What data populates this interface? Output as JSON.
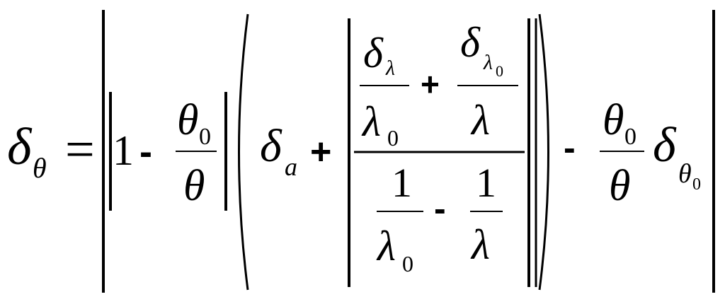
{
  "equation": {
    "lhs": {
      "delta": "δ",
      "sub": "θ"
    },
    "equals": "=",
    "term1": {
      "one": "1",
      "minus": "-",
      "frac": {
        "num_theta": "θ",
        "num_sub": "0",
        "den": "θ"
      }
    },
    "term2": {
      "delta_a": "δ",
      "a_sub": "a",
      "plus": "+",
      "numerator": {
        "f1_num_delta": "δ",
        "f1_num_sub": "λ",
        "f1_den_lambda": "λ",
        "f1_den_sub": "0",
        "plus": "+",
        "f2_num_delta": "δ",
        "f2_num_sub_lambda": "λ",
        "f2_num_sub_zero": "0",
        "f2_den_lambda": "λ"
      },
      "denominator": {
        "f1_num": "1",
        "f1_den_lambda": "λ",
        "f1_den_sub": "0",
        "minus": "-",
        "f2_num": "1",
        "f2_den_lambda": "λ"
      }
    },
    "term3": {
      "minus": "-",
      "frac": {
        "num_theta": "θ",
        "num_sub": "0",
        "den": "θ"
      },
      "delta": "δ",
      "sub_theta": "θ",
      "sub_zero": "0"
    }
  }
}
